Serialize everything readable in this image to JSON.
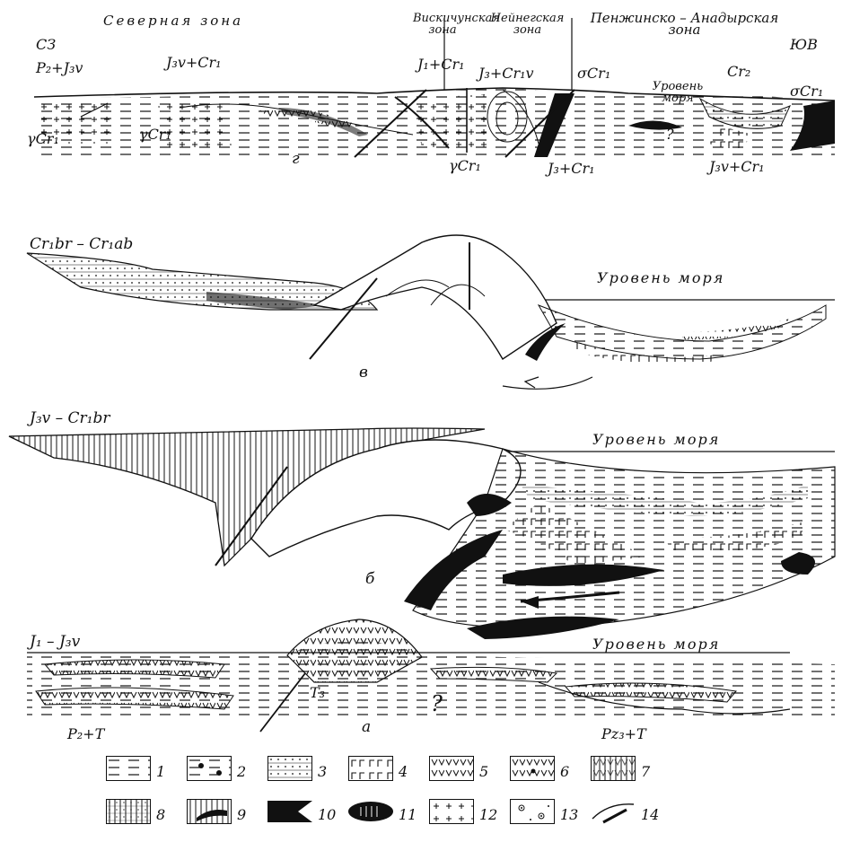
{
  "header": {
    "north_zone": "Северная зона",
    "viskichun_zone": "Вискичунская зона",
    "neinegskaya_zone": "Нейнегская зона",
    "penzhin_zone": "Пенжинско – Анадырская зона",
    "nw": "СЗ",
    "se": "ЮВ"
  },
  "section_g": {
    "labels": [
      "P₂+J₃v",
      "J₃v+Cr₁",
      "J₁+Cr₁",
      "J₃+Cr₁v",
      "σCr₁",
      "Cr₂",
      "σCr₁",
      "γCr₁",
      "γCr₁",
      "γCr₁",
      "J₃+Cr₁",
      "J₃v+Cr₁",
      "?"
    ],
    "sea_level": "Уровень моря",
    "panel_letter": "г"
  },
  "section_v": {
    "age": "Cr₁br – Cr₁ab",
    "sea_level": "Уровень моря",
    "panel_letter": "в"
  },
  "section_b": {
    "age": "J₃v – Cr₁br",
    "sea_level": "Уровень моря",
    "panel_letter": "б"
  },
  "section_a": {
    "age": "J₁ – J₃v",
    "sea_level": "Уровень моря",
    "panel_letter": "а",
    "labels": [
      "T₃",
      "?",
      "P₂+T",
      "Pz₃+T"
    ]
  },
  "legend": [
    "1",
    "2",
    "3",
    "4",
    "5",
    "6",
    "7",
    "8",
    "9",
    "10",
    "11",
    "12",
    "13",
    "14"
  ]
}
